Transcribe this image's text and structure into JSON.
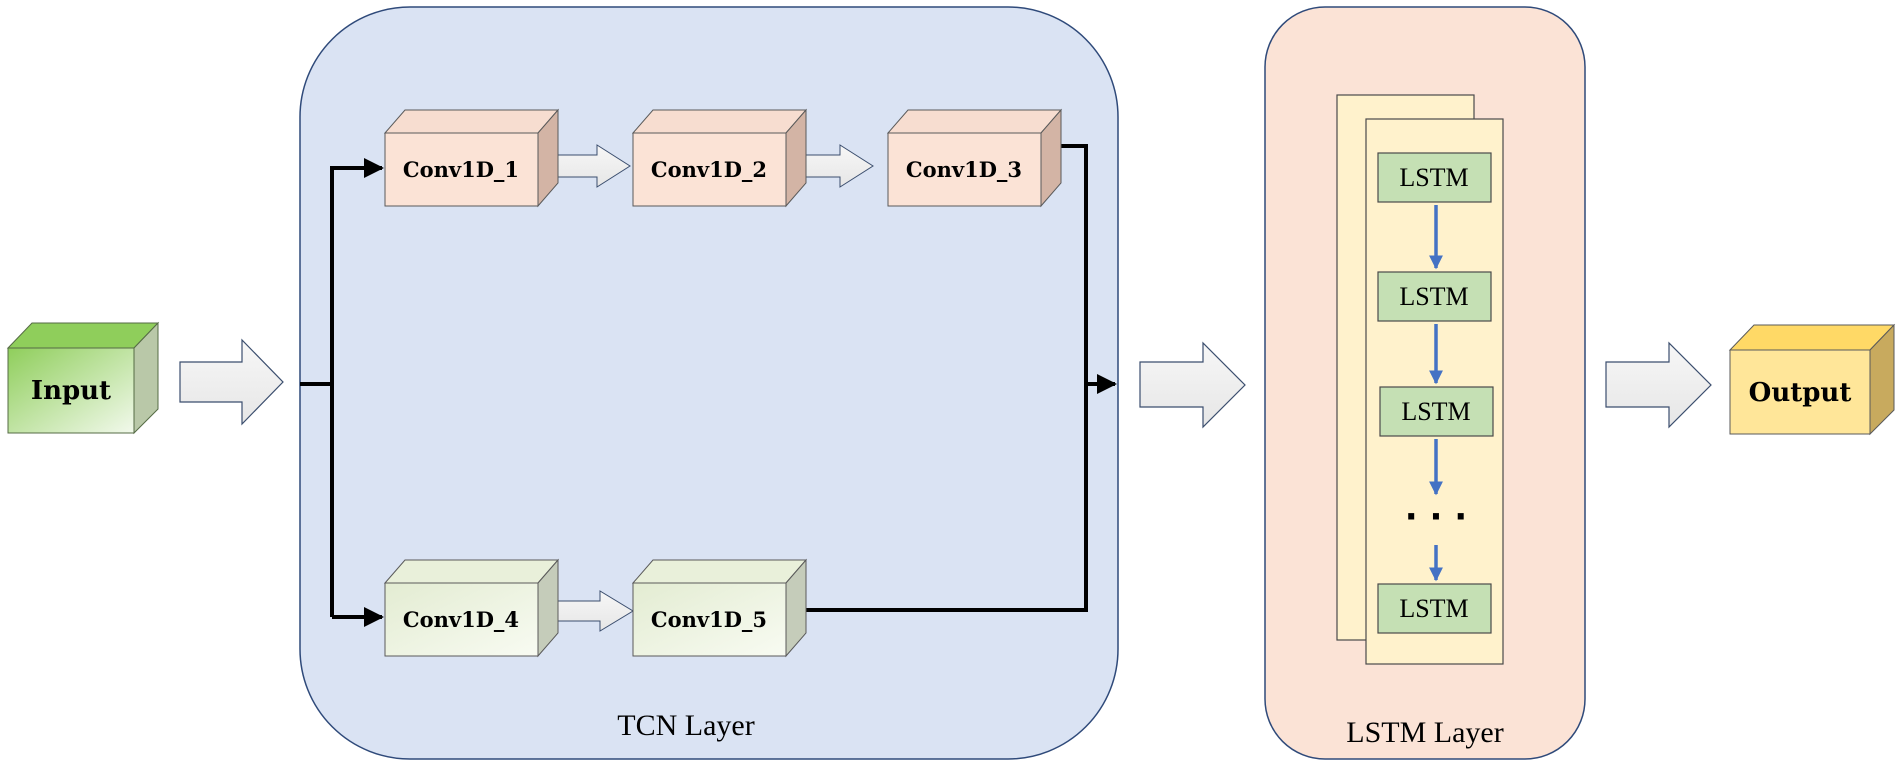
{
  "input": {
    "label": "Input"
  },
  "output": {
    "label": "Output"
  },
  "tcn": {
    "label": "TCN Layer",
    "conv1": "Conv1D_1",
    "conv2": "Conv1D_2",
    "conv3": "Conv1D_3",
    "conv4": "Conv1D_4",
    "conv5": "Conv1D_5"
  },
  "lstm_layer": {
    "label": "LSTM Layer",
    "cells": [
      "LSTM",
      "LSTM",
      "LSTM",
      "LSTM"
    ],
    "ellipsis": "· · ·"
  },
  "colors": {
    "tcn_panel": "#dae3f3",
    "lstm_panel": "#fbe3d6",
    "conv_top": "#f7ddd0",
    "conv_green": "#eef3e2",
    "lstm_cell": "#c5e0b4",
    "lstm_sheet": "#fff2cc",
    "input_top": "#8fce5b",
    "output_top": "#ffd966",
    "flow_arrow": "#4472c4"
  }
}
